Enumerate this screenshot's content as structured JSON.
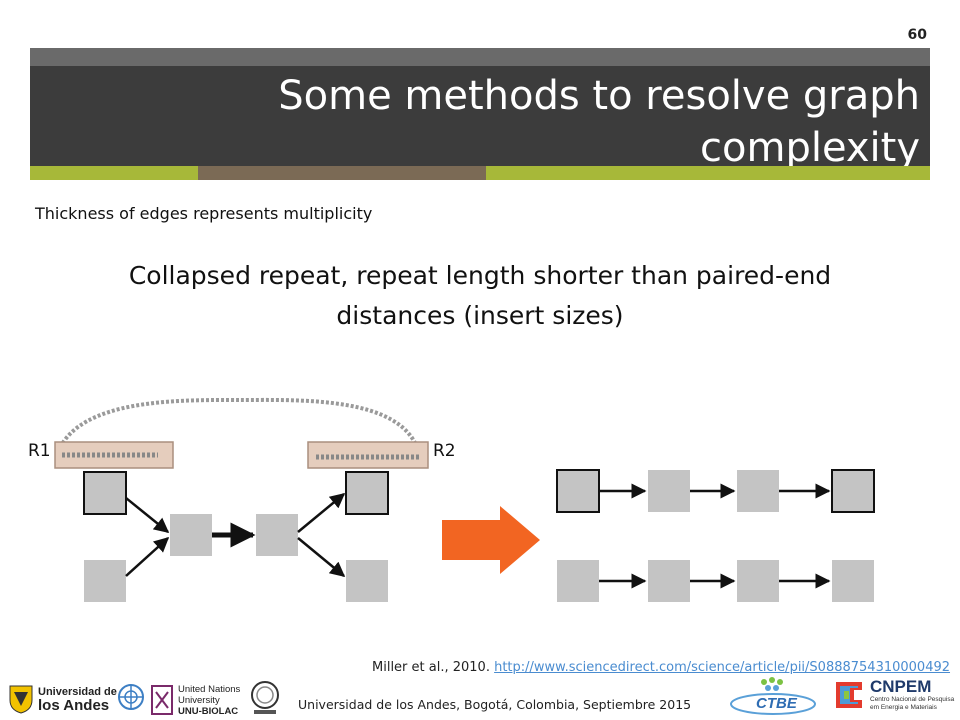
{
  "slide": {
    "number": "60",
    "title_line1": "Some methods to resolve graph",
    "title_line2": "complexity",
    "subtitle": "Thickness of edges represents multiplicity",
    "main_line1": "Collapsed repeat, repeat length shorter than paired-end",
    "main_line2": "distances (insert sizes)"
  },
  "diagram": {
    "label_left": "R1",
    "label_right": "R2"
  },
  "citation": {
    "text": "Miller et al., 2010.",
    "link": "http://www.sciencedirect.com/science/article/pii/S0888754310000492"
  },
  "footer": {
    "text": "Universidad de los Andes, Bogotá, Colombia, Septiembre 2015",
    "logo_uniandes_line1": "Universidad de",
    "logo_uniandes_line2": "los Andes",
    "logo_unu_line1": "United Nations",
    "logo_unu_line2": "University",
    "logo_unu_line3": "UNU-BIOLAC",
    "logo_ctbe": "CTBE",
    "logo_cnpem": "CNPEM",
    "logo_cnpem_sub1": "Centro Nacional de Pesquisa",
    "logo_cnpem_sub2": "em Energia e Materiais"
  },
  "colors": {
    "accent_green": "#a7b839",
    "accent_brown": "#7b6a55",
    "title_bg": "#3c3c3c",
    "arrow_orange": "#f26522",
    "node_gray": "#c4c4c4"
  }
}
